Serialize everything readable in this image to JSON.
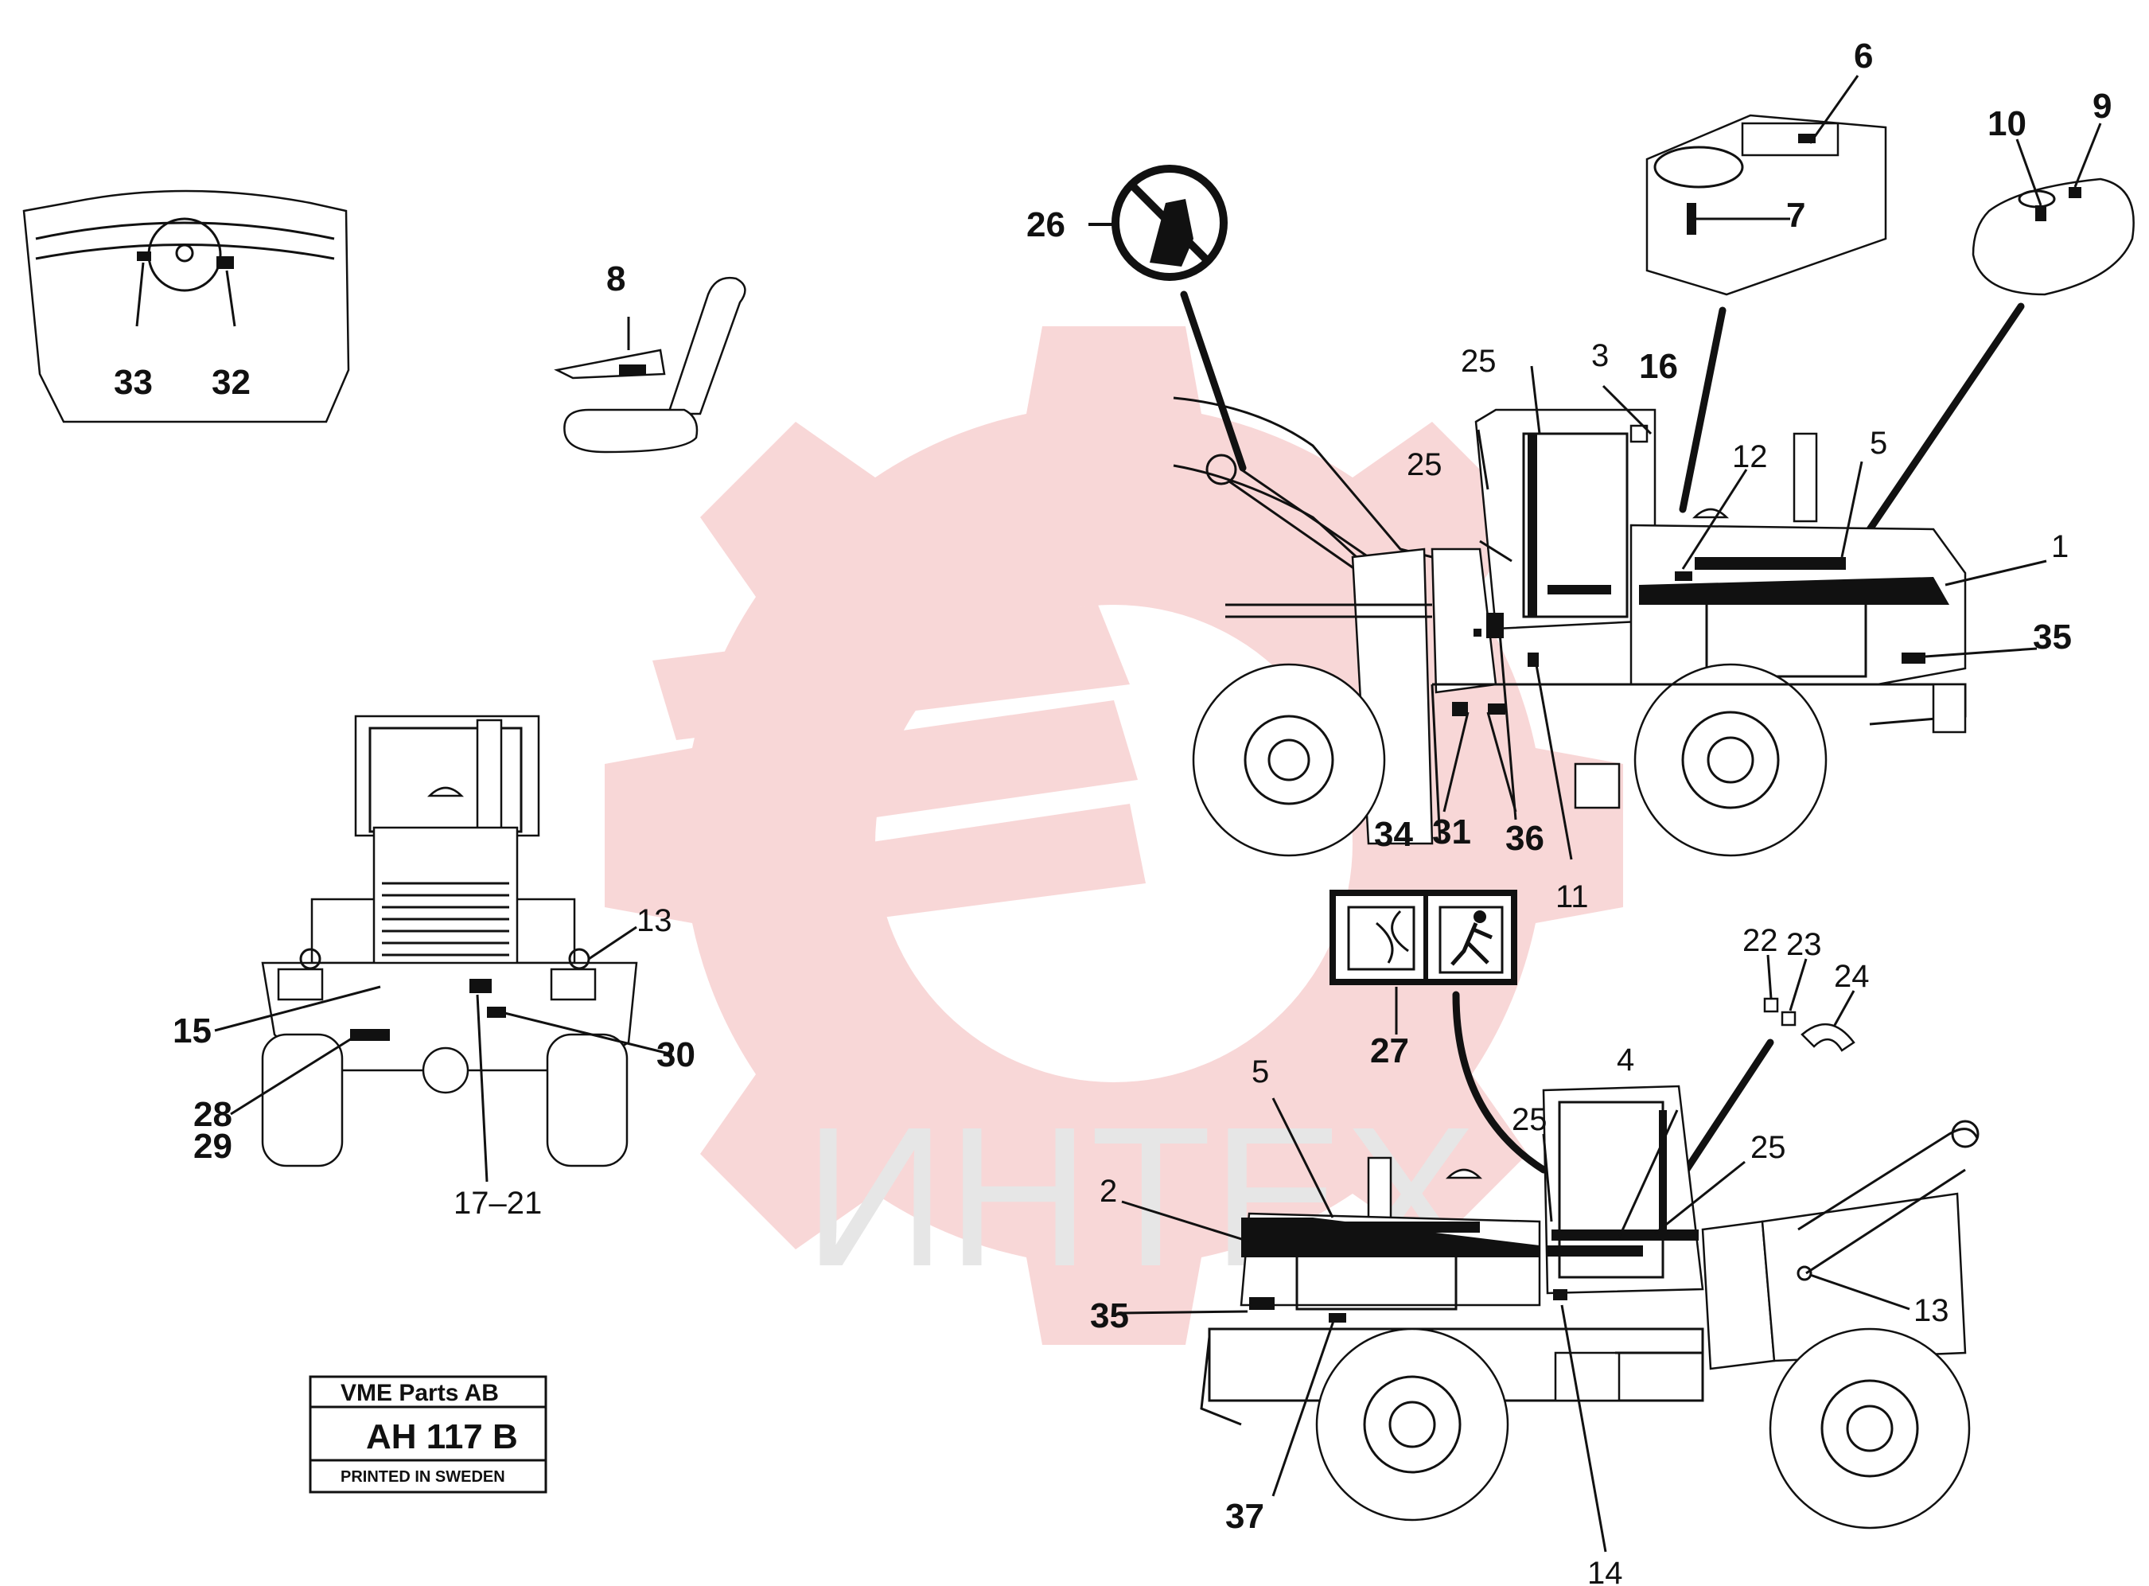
{
  "watermark": {
    "text": "ИНТЕХ",
    "logo": "gear-logo",
    "color": "#f4b8b8"
  },
  "title_block": {
    "company": "VME Parts AB",
    "code": "AH 117 B",
    "printed": "PRINTED IN SWEDEN"
  },
  "callouts": {
    "c1": "1",
    "c2": "2",
    "c3": "3",
    "c4": "4",
    "c5a": "5",
    "c5b": "5",
    "c6": "6",
    "c7": "7",
    "c8": "8",
    "c9": "9",
    "c10": "10",
    "c11": "11",
    "c12": "12",
    "c13a": "13",
    "c13b": "13",
    "c14": "14",
    "c15": "15",
    "c16": "16",
    "c17_21": "17–21",
    "c22": "22",
    "c23": "23",
    "c24": "24",
    "c25a": "25",
    "c25b": "25",
    "c25c": "25",
    "c25d": "25",
    "c26": "26",
    "c27": "27",
    "c28": "28",
    "c29": "29",
    "c30": "30",
    "c31": "31",
    "c32": "32",
    "c33": "33",
    "c34": "34",
    "c35a": "35",
    "c35b": "35",
    "c36": "36",
    "c37": "37"
  }
}
